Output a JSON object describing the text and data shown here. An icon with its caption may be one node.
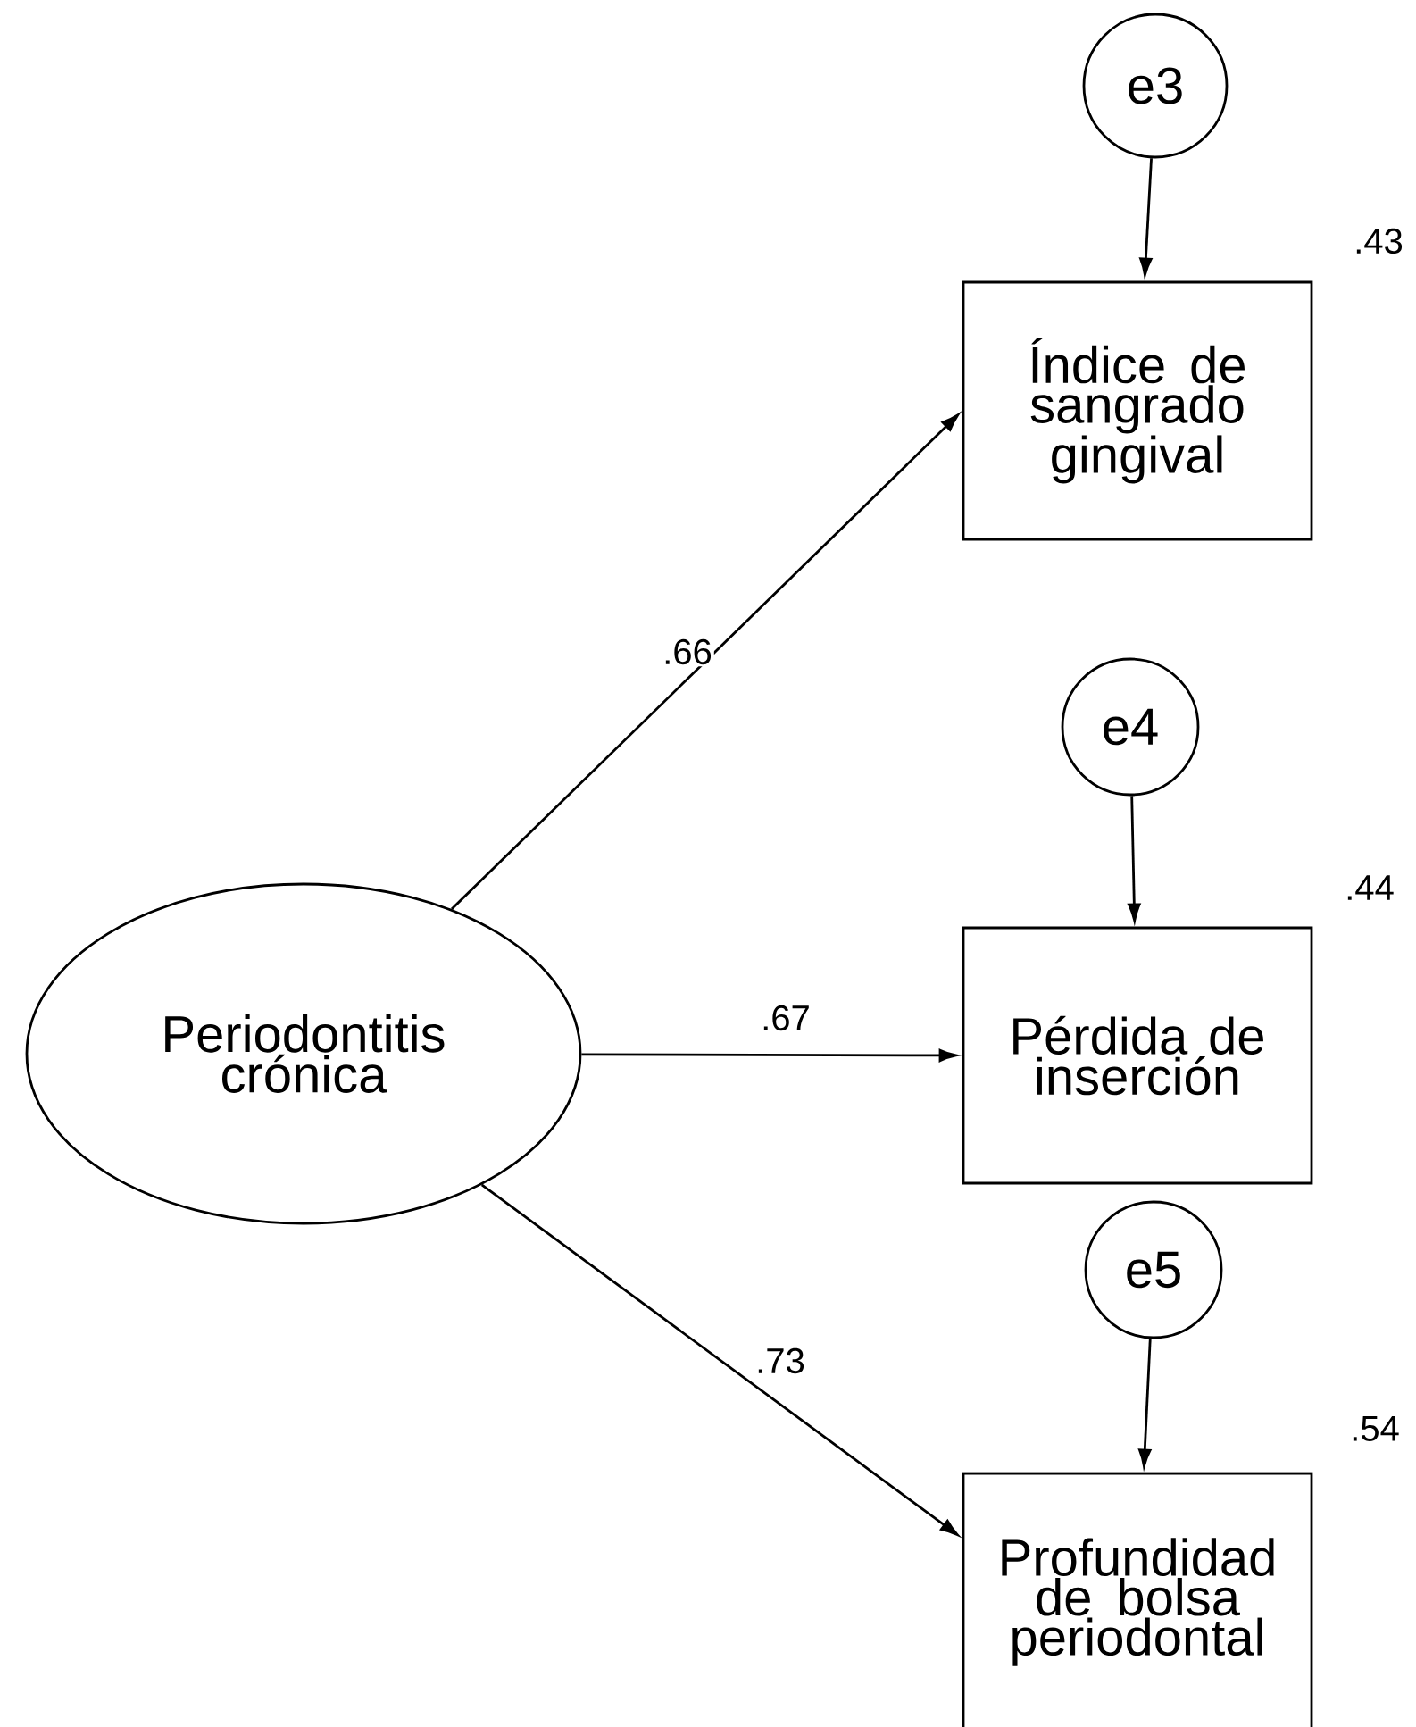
{
  "diagram": {
    "nodes": [
      {
        "text": [],
        "shape": "circle"
      },
      {
        "text": [
          "Índice de sangrado gingival"
        ],
        "beside": [
          ".43"
        ]
      },
      {
        "text": [],
        "shape": "circle"
      },
      {
        "text": [
          "Pérdida de inserción"
        ],
        "beside": [
          ".44"
        ]
      },
      {
        "text": [
          "Periodontitis crónica"
        ]
      },
      {
        "text": [],
        "shape": "circle"
      },
      {
        "text": [
          "Profundidad de bolsa periodontal"
        ],
        "beside": [
          ".54"
        ]
      }
    ],
    "edges": [
      {
        "from": 0,
        "to": 1,
        "arrow": "to"
      },
      {
        "from": 4,
        "to": 1,
        "arrow": "to",
        "label": ".66"
      },
      {
        "from": 2,
        "to": 3,
        "arrow": "to"
      },
      {
        "from": 4,
        "to": 3,
        "arrow": "to",
        "label": ".67"
      },
      {
        "from": 5,
        "to": 6,
        "arrow": "to"
      },
      {
        "from": 4,
        "to": 6,
        "arrow": "to",
        "label": ".73"
      }
    ],
    "labels": [
      "e3",
      "e4",
      "e5"
    ]
  }
}
